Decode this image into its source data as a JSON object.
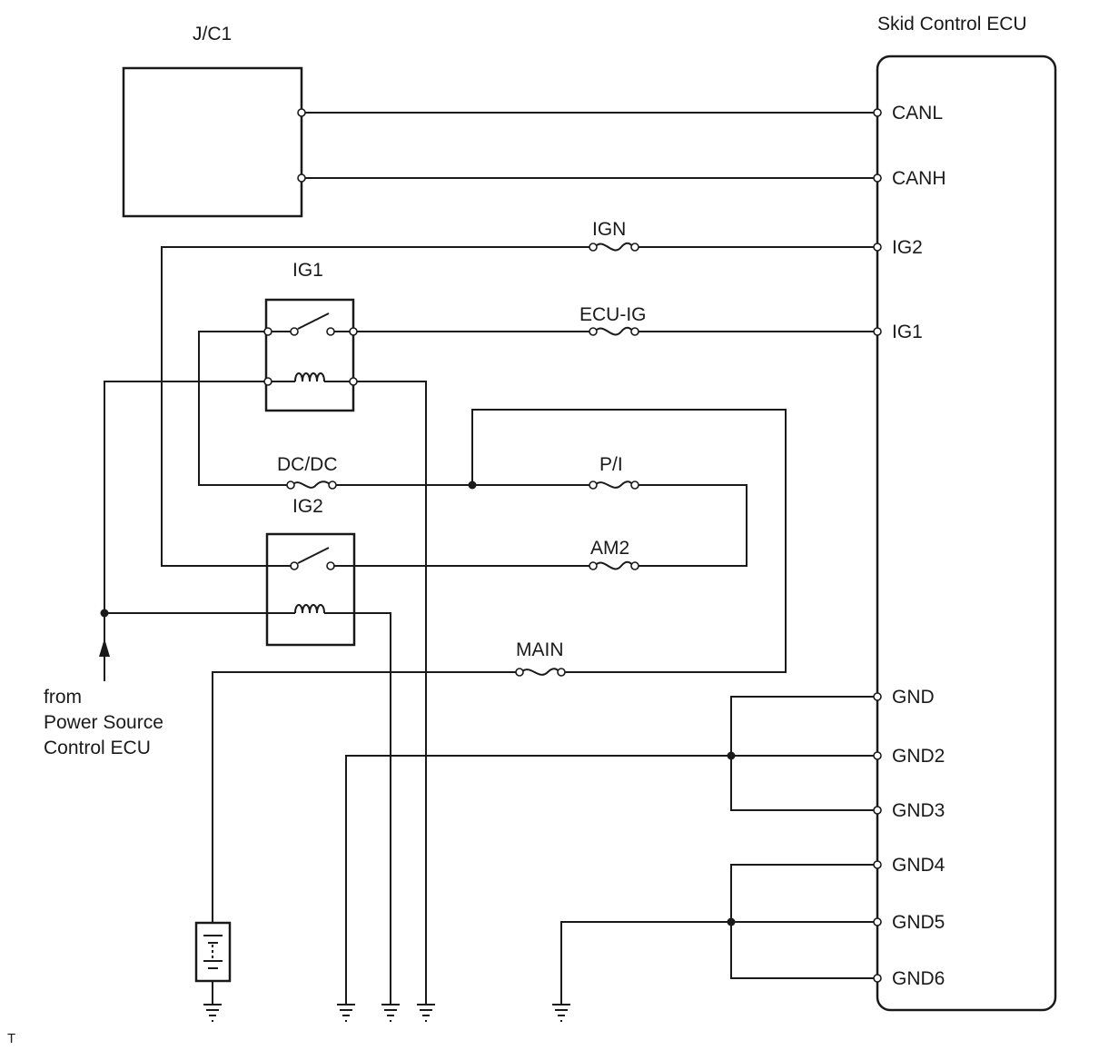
{
  "diagram": {
    "jc1_label": "J/C1",
    "ecu_title": "Skid Control ECU",
    "ecu_pins": {
      "canl": "CANL",
      "canh": "CANH",
      "ig2": "IG2",
      "ig1": "IG1",
      "gnd": "GND",
      "gnd2": "GND2",
      "gnd3": "GND3",
      "gnd4": "GND4",
      "gnd5": "GND5",
      "gnd6": "GND6"
    },
    "fuses": {
      "ign": "IGN",
      "ecu_ig": "ECU-IG",
      "dcdc": "DC/DC",
      "pi": "P/I",
      "am2": "AM2",
      "main": "MAIN"
    },
    "relays": {
      "ig1": "IG1",
      "ig2": "IG2"
    },
    "source_note": [
      "from",
      "Power Source",
      "Control ECU"
    ],
    "corner_mark": "T"
  }
}
